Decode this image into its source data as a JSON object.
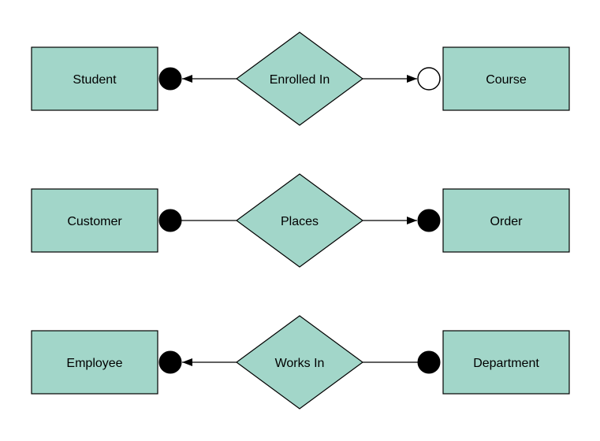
{
  "page": {
    "background": "#ffffff"
  },
  "diagram": {
    "type": "entity-relationship-diagram",
    "colors": {
      "shape_fill": "#a2d6c9",
      "shape_stroke": "#000000",
      "connector": "#000000",
      "text": "#000000",
      "filled_terminal": "#000000",
      "open_terminal_fill": "#ffffff"
    },
    "rows": [
      {
        "left_entity": "Student",
        "relationship": "Enrolled In",
        "right_entity": "Course",
        "left_terminal": "filled-circle",
        "right_terminal": "open-circle",
        "left_connector_arrow": "arrow-toward-left-entity",
        "right_connector_arrow": "arrow-toward-right-entity"
      },
      {
        "left_entity": "Customer",
        "relationship": "Places",
        "right_entity": "Order",
        "left_terminal": "filled-circle",
        "right_terminal": "filled-circle",
        "left_connector_arrow": "none",
        "right_connector_arrow": "arrow-toward-right-entity"
      },
      {
        "left_entity": "Employee",
        "relationship": "Works In",
        "right_entity": "Department",
        "left_terminal": "filled-circle",
        "right_terminal": "filled-circle",
        "left_connector_arrow": "arrow-toward-left-entity",
        "right_connector_arrow": "none"
      }
    ]
  }
}
